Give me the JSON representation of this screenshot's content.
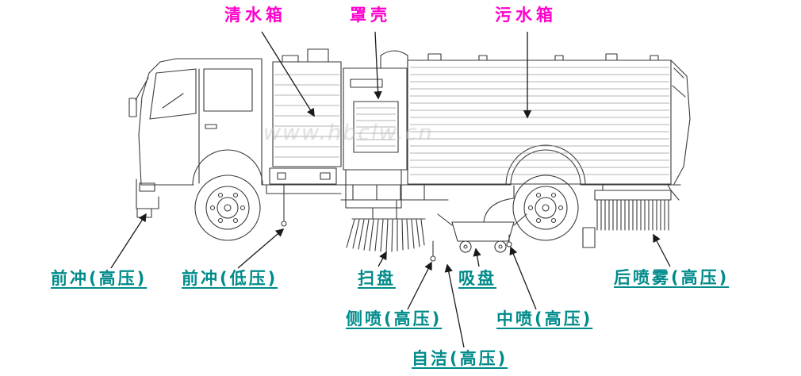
{
  "colors": {
    "top_label_color": "#ff00cc",
    "bottom_label_color": "#008b8b",
    "line_color": "#3a3a3a",
    "leader_color": "#1a1a1a",
    "watermark_color": "#c2c2c2"
  },
  "watermark": {
    "text": "www.hbclw.cn"
  },
  "labels": {
    "clean_water_tank": "清水箱",
    "cover_shell": "罩壳",
    "sewage_tank": "污水箱",
    "front_flush_high": "前冲(高压)",
    "front_flush_low": "前冲(低压)",
    "sweep_disc": "扫盘",
    "suction_disc": "吸盘",
    "rear_spray_high": "后喷雾(高压)",
    "side_spray_high": "侧喷(高压)",
    "mid_spray_high": "中喷(高压)",
    "self_clean_high": "自洁(高压)"
  }
}
